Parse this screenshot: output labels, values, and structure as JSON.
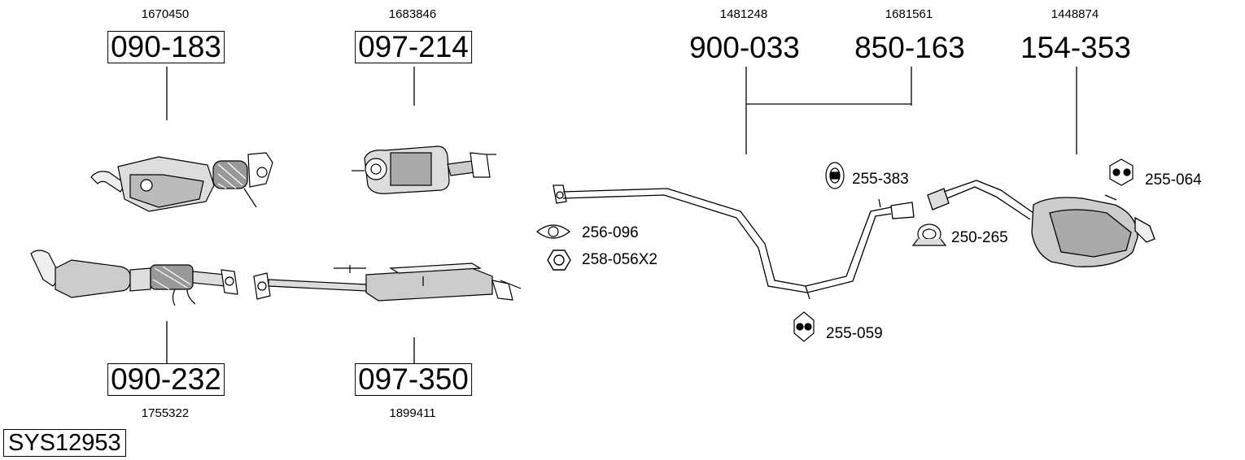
{
  "system_id": "SYS12953",
  "groups": [
    {
      "ref": "1670450",
      "part": "090-183"
    },
    {
      "ref": "1683846",
      "part": "097-214"
    },
    {
      "ref": "1481248",
      "part": "900-033"
    },
    {
      "ref": "1681561",
      "part": "850-163"
    },
    {
      "ref": "1448874",
      "part": "154-353"
    },
    {
      "ref": "1755322",
      "part": "090-232"
    },
    {
      "ref": "1899411",
      "part": "097-350"
    }
  ],
  "accessories": [
    {
      "label": "255-383"
    },
    {
      "label": "255-064"
    },
    {
      "label": "256-096"
    },
    {
      "label": "258-056X2"
    },
    {
      "label": "250-265"
    },
    {
      "label": "255-059"
    }
  ]
}
